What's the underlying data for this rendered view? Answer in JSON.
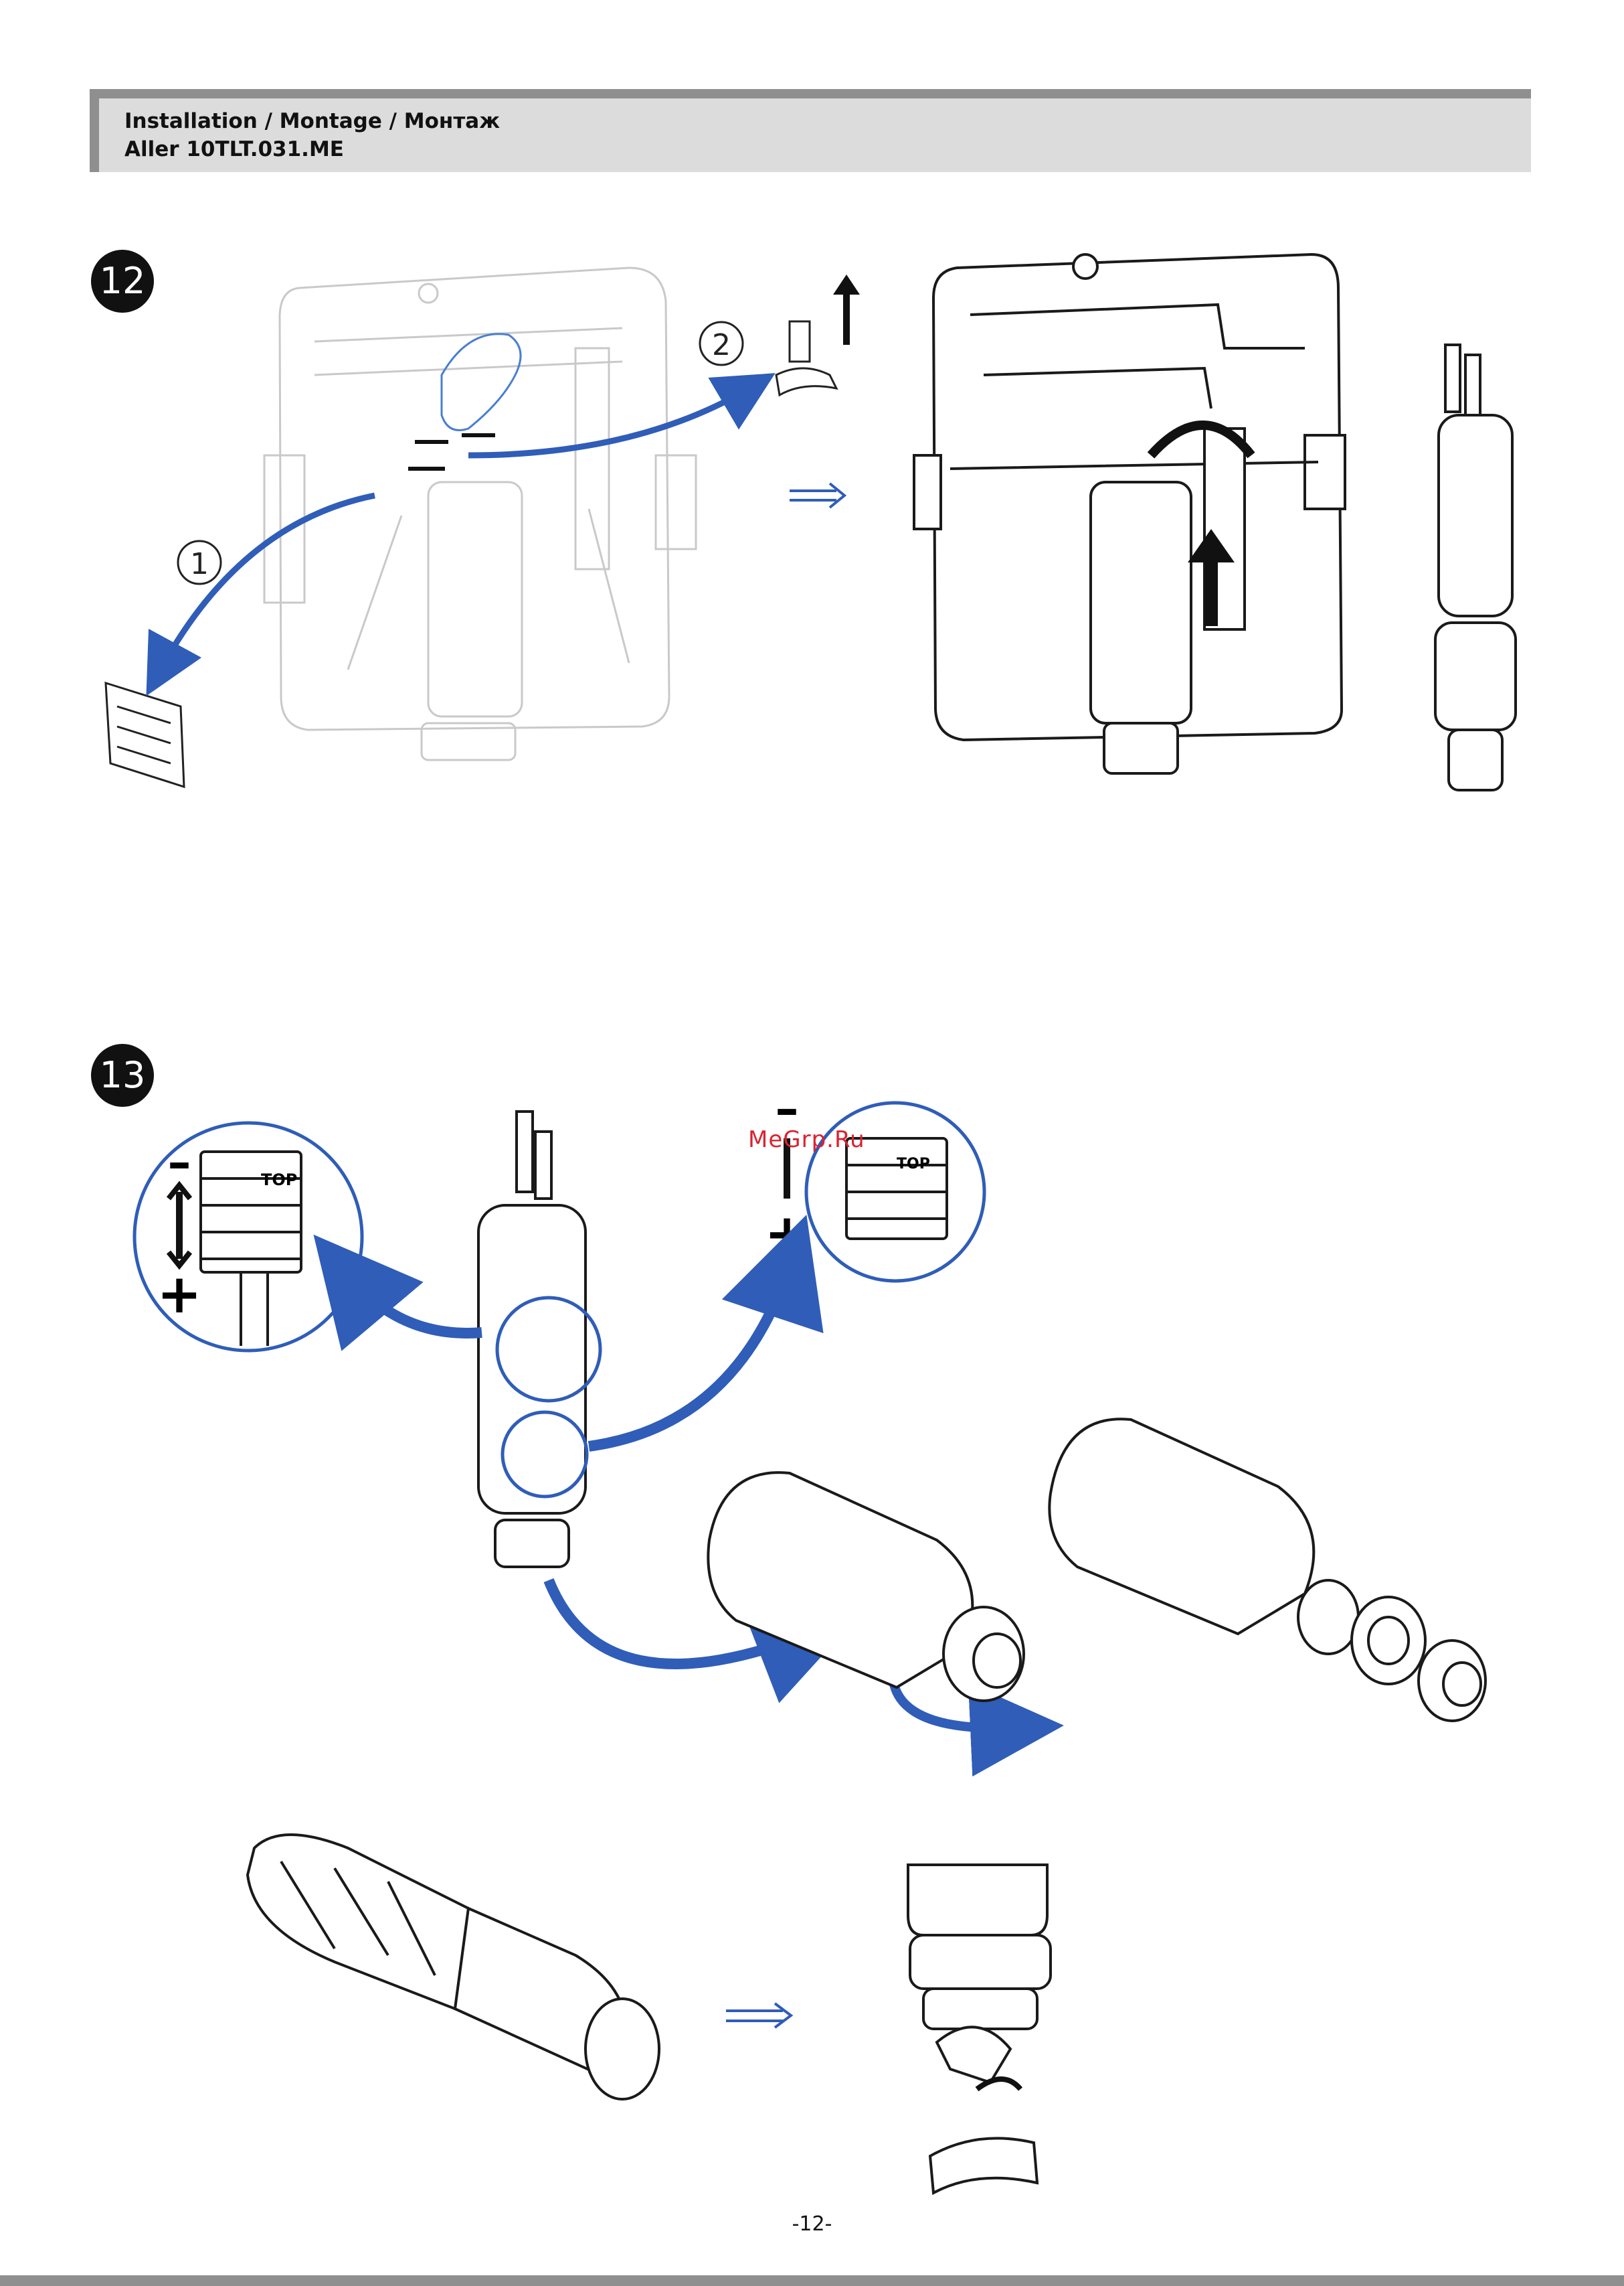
{
  "header": {
    "line1": "Installation / Montage / Монтаж",
    "line2": "Aller 10TLT.031.ME"
  },
  "steps": [
    {
      "number": "12",
      "callouts": [
        "1",
        "2"
      ]
    },
    {
      "number": "13",
      "labels": [
        "TOP",
        "TOP",
        "–",
        "+",
        "–",
        "+"
      ]
    }
  ],
  "watermark": "MeGrp.Ru",
  "page_number": "-12-",
  "colors": {
    "accent_blue": "#2f5db8",
    "header_bg": "#dcdcdc",
    "header_border": "#8f8f8f"
  }
}
